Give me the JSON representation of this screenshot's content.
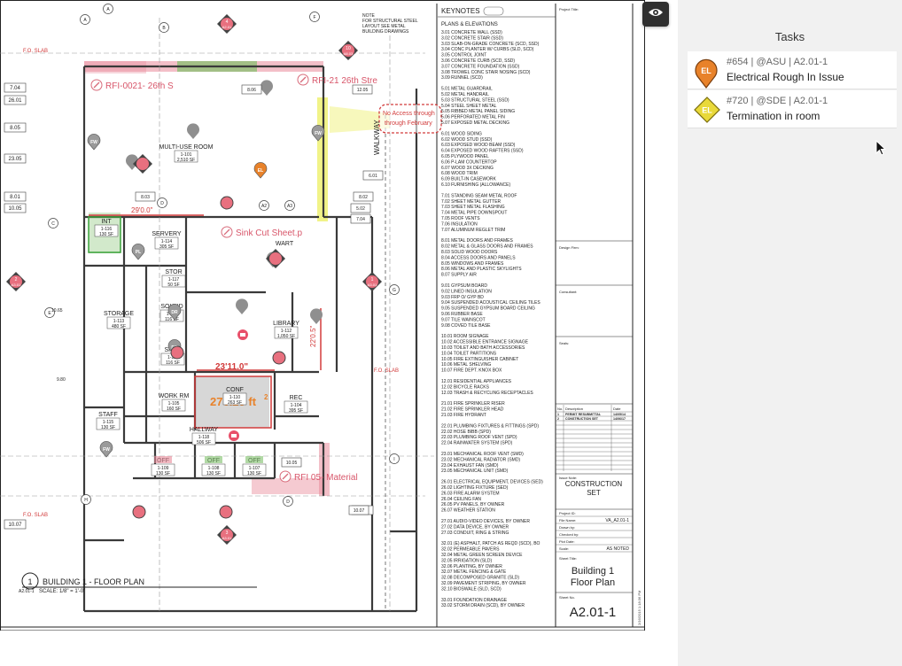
{
  "sidebar": {
    "title": "Tasks",
    "tasks": [
      {
        "badge": "EL",
        "meta": "#654 | @ASU | A2.01-1",
        "name": "Electrical Rough In Issue",
        "color": "#e8822a"
      },
      {
        "badge": "EL",
        "meta": "#720 | @SDE | A2.01-1",
        "name": "Termination in room",
        "color": "#e9d93a"
      }
    ]
  },
  "viewer": {
    "eye_icon": "eye-icon"
  },
  "drawing": {
    "note_top": [
      "NOTE",
      "FOR STRUCTURAL STEEL",
      "LAYOUT SEE METAL",
      "BUILDING DRAWINGS"
    ],
    "markups": {
      "rfi_0021": "RFI-0021- 26th S",
      "rfi_21": "RFI-21 26th Stre",
      "sink_cut": "Sink Cut Sheet.p",
      "rfi_05": "RFI 05- Material",
      "no_access_1": "No Access through",
      "no_access_2": "through February",
      "area_label": "276.25 ft",
      "area_sup": "2",
      "dim_1": "29'0.0\"",
      "dim_2": "23'11.0\"",
      "dim_3": "22'0.5\"",
      "walkway": "WALKWAY",
      "fo_slab": "F.O. SLAB"
    },
    "rooms": [
      {
        "name": "MULTI-USE ROOM",
        "num": "1-101",
        "area": "2,510 SF"
      },
      {
        "name": "SERVERY",
        "num": "1-114",
        "area": "305 SF"
      },
      {
        "name": "INT",
        "num": "1-116",
        "area": "130 SF"
      },
      {
        "name": "STOR",
        "num": "1-117",
        "area": "50 SF"
      },
      {
        "name": "STORAGE",
        "num": "1-113",
        "area": "480 SF"
      },
      {
        "name": "SOUND",
        "num": "1-116",
        "area": "116 SF"
      },
      {
        "name": "LIBRARY",
        "num": "1-112",
        "area": "1,050 SF"
      },
      {
        "name": "SPED",
        "num": "1-111",
        "area": "116 SF"
      },
      {
        "name": "CONF",
        "num": "1-110",
        "area": "263 SF"
      },
      {
        "name": "WORK RM",
        "num": "1-105",
        "area": "160 SF"
      },
      {
        "name": "REC",
        "num": "1-104",
        "area": "395 SF"
      },
      {
        "name": "STAFF",
        "num": "1-115",
        "area": "130 SF"
      },
      {
        "name": "HALLWAY",
        "num": "1-118",
        "area": "506 SF"
      },
      {
        "name": "OFF",
        "num": "1-109",
        "area": "130 SF"
      },
      {
        "name": "OFF",
        "num": "1-108",
        "area": "130 SF"
      },
      {
        "name": "OFF",
        "num": "1-107",
        "area": "130 SF"
      },
      {
        "name": "WART",
        "num": "",
        "area": ""
      }
    ],
    "pins": [
      "EL",
      "FW",
      "FW",
      "FW",
      "PL",
      "DR",
      "DR"
    ],
    "tags_left": [
      "7.04",
      "26.01",
      "8.05",
      "23.05",
      "8.01",
      "10.05",
      "10.07",
      "8.02",
      "10.65",
      "9.80"
    ],
    "tags_mid": [
      "8.06",
      "8.03",
      "12.05",
      "5.02",
      "7.04",
      "8.02",
      "6.01",
      "10.05",
      "10.07"
    ],
    "plan_title": "BUILDING 1 - FLOOR PLAN",
    "plan_num": "1",
    "plan_sheet": "A2.01-1",
    "plan_scale": "SCALE: 1/8\" = 1'-0\"",
    "keynotes_title": "KEYNOTES",
    "keynotes_sub": "PLANS & ELEVATIONS",
    "keynotes": [
      [
        "3.01 CONCRETE WALL (SSD)",
        "3.02 CONCRETE STAIR (SSD)",
        "3.03 SLAB-ON-GRADE CONCRETE (SCD, SSD)",
        "3.04 CONC PLANTER W/ CURBS (SLD, SCD)",
        "3.05 CONTROL JOINT",
        "3.06 CONCRETE CURB (SCD, SSD)",
        "3.07 CONCRETE FOUNDATION (SSD)",
        "3.08 TROWEL CONC STAIR NOSING (SCD)",
        "3.09 RUNNEL (SCD)"
      ],
      [
        "5.01 METAL GUARDRAIL",
        "5.02 METAL HANDRAIL",
        "5.03 STRUCTURAL STEEL (SSD)",
        "5.04 STEEL SHEET METAL",
        "5.05 RIBBED METAL PANEL SIDING",
        "5.06 PERFORATED METAL FIN",
        "5.07 EXPOSED METAL DECKING"
      ],
      [
        "6.01 WOOD SIDING",
        "6.02 WOOD STUD (SSD)",
        "6.03 EXPOSED WOOD BEAM (SSD)",
        "6.04 EXPOSED WOOD RAFTERS (SSD)",
        "6.05 PLYWOOD PANEL",
        "6.06 P-LAM COUNTERTOP",
        "6.07 WOOD 3X DECKING",
        "6.08 WOOD TRIM",
        "6.09 BUILT-IN CASEWORK",
        "6.10 FURNISHING (ALLOWANCE)"
      ],
      [
        "7.01 STANDING SEAM METAL ROOF",
        "7.02 SHEET METAL GUTTER",
        "7.03 SHEET METAL FLASHING",
        "7.04 METAL PIPE DOWNSPOUT",
        "7.05 ROOF VENTS",
        "7.06 INSULATION",
        "7.07 ALUMINUM REGLET TRIM"
      ],
      [
        "8.01 METAL DOORS AND FRAMES",
        "8.02 METAL & GLASS DOORS AND FRAMES",
        "8.03 SOLID WOOD DOORS",
        "8.04 ACCESS DOORS AND PANELS",
        "8.05 WINDOWS AND FRAMES",
        "8.06 METAL AND PLASTIC SKYLIGHTS",
        "8.07 SUPPLY AIR"
      ],
      [
        "9.01 GYPSUM BOARD",
        "9.02 LINED INSULATION",
        "9.03 FRP O/ GYP BD",
        "9.04 SUSPENDED ACOUSTICAL CEILING TILES",
        "9.05 SUSPENDED GYPSUM BOARD CEILING",
        "9.06 RUBBER BASE",
        "9.07 TILE WAINSCOT",
        "9.08 COVED TILE BASE"
      ],
      [
        "10.01 ROOM SIGNAGE",
        "10.02 ACCESSIBLE ENTRANCE SIGNAGE",
        "10.03 TOILET AND BATH ACCESSORIES",
        "10.04 TOILET PARTITIONS",
        "10.05 FIRE EXTINGUISHER CABINET",
        "10.06 METAL SHELVING",
        "10.07 FIRE DEPT. KNOX BOX"
      ],
      [
        "12.01 RESIDENTIAL APPLIANCES",
        "12.02 BICYCLE RACKS",
        "12.03 TRASH & RECYCLING RECEPTACLES"
      ],
      [
        "21.01 FIRE SPRINKLER RISER",
        "21.02 FIRE SPRINKLER HEAD",
        "21.03 FIRE HYDRANT"
      ],
      [
        "22.01 PLUMBING FIXTURES & FITTINGS (SPD)",
        "22.02 HOSE BIBB (SPD)",
        "22.03 PLUMBING ROOF VENT (SPD)",
        "22.04 RAINWATER SYSTEM (SPD)"
      ],
      [
        "23.01 MECHANICAL ROOF VENT (SMD)",
        "23.02 MECHANICAL RADIATOR (SMD)",
        "23.04 EXHAUST FAN (SMD)",
        "23.05 MECHANICAL UNIT (SMD)"
      ],
      [
        "26.01 ELECTRICAL EQUIPMENT, DEVICES (SED)",
        "26.02 LIGHTING FIXTURE (SED)",
        "26.03 FIRE ALARM SYSTEM",
        "26.04 CEILING FAN",
        "26.05 PV PANELS, BY OWNER",
        "26.07 WEATHER STATION"
      ],
      [
        "27.01 AUDIO-VIDEO DEVICES, BY OWNER",
        "27.02 DATA DEVICE, BY OWNER",
        "27.03 CONDUIT, RING & STRING"
      ],
      [
        "32.01 (E) ASPHALT, PATCH AS REQD (SCD), BO",
        "32.02 PERMEABLE PAVERS",
        "32.04 METAL GREEN SCREEN DEVICE",
        "32.05 IRRIGATION (SLD)",
        "32.06 PLANTING, BY OWNER",
        "32.07 METAL FENCING & GATE",
        "32.08 DECOMPOSED GRANITE (SLD)",
        "32.09 PAVEMENT STRIPING, BY OWNER",
        "32.10 BIOSWALE (SLD, SCD)"
      ],
      [
        "33.01 FOUNDATION DRAINAGE",
        "33.02 STORM DRAIN (SCD), BY OWNER"
      ]
    ],
    "titleblock": {
      "project_title": "Project Title:",
      "design_firm": "Design Firm:",
      "consultant": "Consultant:",
      "seals": "Seals:",
      "rev_headers": [
        "No.",
        "Description",
        "Date"
      ],
      "revisions": [
        [
          "1",
          "PERMIT RESUBMITTAL",
          "14/05/14"
        ],
        [
          "2",
          "CONSTRUCTION SET",
          "14/06/17"
        ]
      ],
      "issue_note_label": "Issue Note:",
      "issue_note": [
        "CONSTRUCTION",
        "SET"
      ],
      "fields": [
        [
          "Project ID:",
          ""
        ],
        [
          "File Name:",
          "VA_A2.01-1"
        ],
        [
          "Drawn by:",
          ""
        ],
        [
          "Checked by:",
          ""
        ],
        [
          "Plot Date:",
          ""
        ],
        [
          "Scale:",
          "AS NOTED"
        ]
      ],
      "sheet_title_label": "Sheet Title:",
      "sheet_title": [
        "Building 1",
        "Floor Plan"
      ],
      "sheet_no_label": "Sheet No.",
      "sheet_no": "A2.01-1",
      "stamp": "2/16/2015 1:18:36 PM"
    }
  }
}
